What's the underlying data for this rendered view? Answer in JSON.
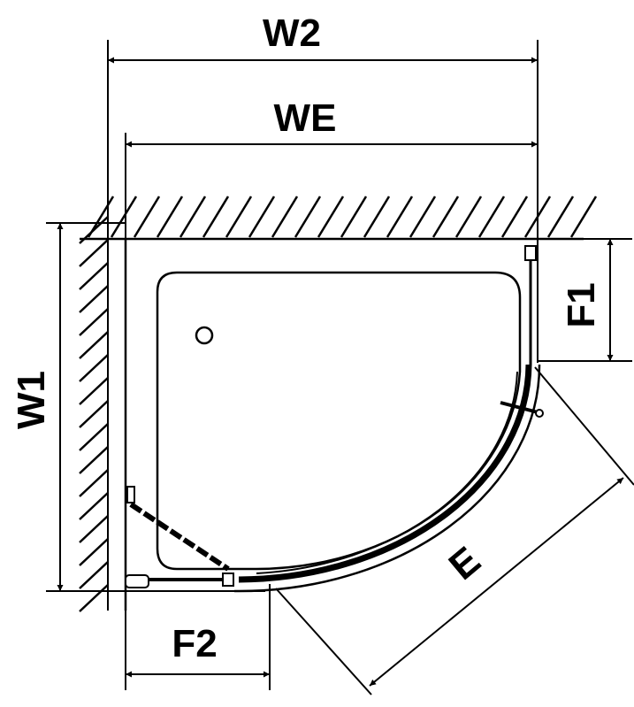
{
  "diagram": {
    "type": "quarter-round shower enclosure plan",
    "labels": {
      "w2": "W2",
      "we": "WE",
      "w1": "W1",
      "f1": "F1",
      "f2": "F2",
      "e": "E"
    },
    "colors": {
      "line": "#000000",
      "background": "#ffffff"
    }
  }
}
